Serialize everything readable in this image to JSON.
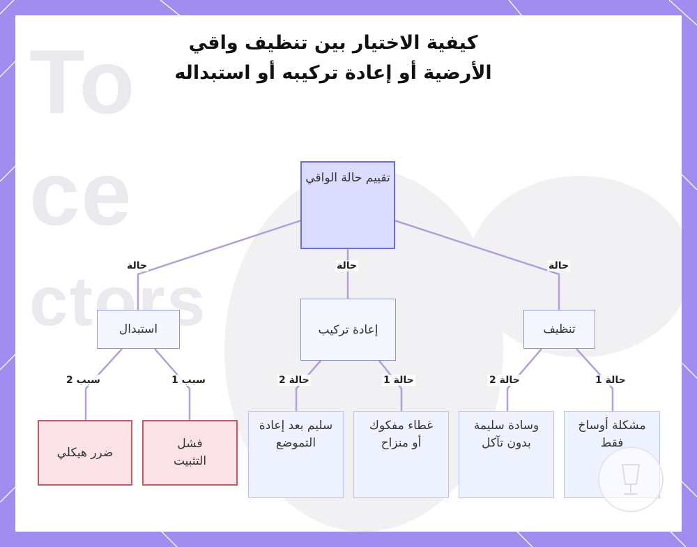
{
  "title": "كيفية الاختيار بين تنظيف واقي الأرضية أو إعادة تركيبه أو استبداله",
  "background_text": [
    "To",
    "ce",
    "ctors"
  ],
  "colors": {
    "frame": "#a18cf0",
    "root_fill": "#dcdcfe",
    "root_border": "#6b6fd0",
    "node_fill": "#f4f7fe",
    "leaf_fill": "#eef2fe",
    "risk_fill": "#fbe2e6",
    "risk_border": "#c45a66",
    "edge": "#b39ddb"
  },
  "nodes": {
    "root": "تقييم حالة الواقي",
    "clean": "تنظيف",
    "reinstall": "إعادة تركيب",
    "replace": "استبدال",
    "clean_case1": "مشكلة أوساخ فقط",
    "clean_case2": "وسادة سليمة بدون تآكل",
    "reinstall_case1": "غطاء مفكوك أو منزاح",
    "reinstall_case2": "سليم بعد إعادة التموضع",
    "replace_reason1": "فشل التثبيت",
    "replace_reason2": "ضرر هيكلي"
  },
  "edge_labels": {
    "root_to_clean": "حالة",
    "root_to_reinstall": "حالة",
    "root_to_replace": "حالة",
    "clean_case1": "حالة 1",
    "clean_case2": "حالة 2",
    "reinstall_case1": "حالة 1",
    "reinstall_case2": "حالة 2",
    "replace_reason1": "سبب 1",
    "replace_reason2": "سبب 2"
  },
  "badge_icon": "cup-icon"
}
